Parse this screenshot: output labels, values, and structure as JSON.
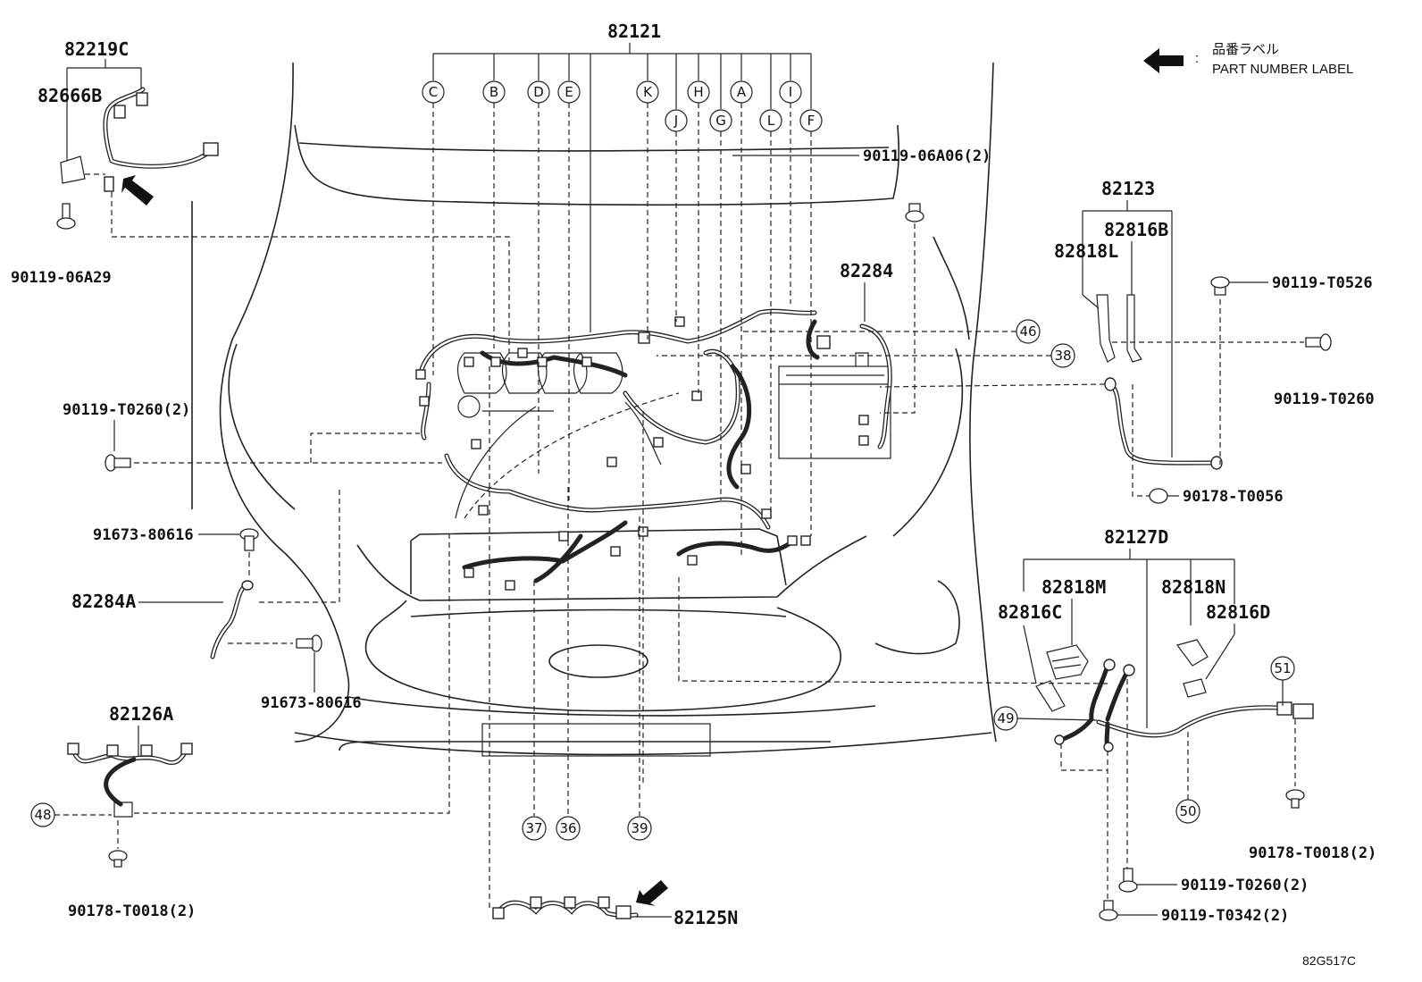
{
  "legend": {
    "jp": "品番ラベル",
    "en": "PART NUMBER LABEL"
  },
  "diagram_code": "82G517C",
  "parts": {
    "p82219C": "82219C",
    "p82666B": "82666B",
    "p90119_06A29": "90119-06A29",
    "p82121": "82121",
    "p90119_06A06": "90119-06A06(2)",
    "p82123": "82123",
    "p82816B": "82816B",
    "p82818L": "82818L",
    "p90119_T0526": "90119-T0526",
    "p90119_T0260_r": "90119-T0260",
    "p90178_T0056": "90178-T0056",
    "p82284": "82284",
    "p90119_T0260_2": "90119-T0260(2)",
    "p91673_80616_a": "91673-80616",
    "p82284A": "82284A",
    "p91673_80616_b": "91673-80616",
    "p82126A": "82126A",
    "p90178_T0018_l": "90178-T0018(2)",
    "p82125N": "82125N",
    "p82127D": "82127D",
    "p82818M": "82818M",
    "p82818N": "82818N",
    "p82816C": "82816C",
    "p82816D": "82816D",
    "p90178_T0018_r": "90178-T0018(2)",
    "p90119_T0260_b": "90119-T0260(2)",
    "p90119_T0342": "90119-T0342(2)"
  },
  "letters": [
    "C",
    "B",
    "D",
    "E",
    "K",
    "H",
    "A",
    "I",
    "J",
    "G",
    "L",
    "F"
  ],
  "callouts": [
    "46",
    "38",
    "48",
    "37",
    "36",
    "39",
    "49",
    "50",
    "51"
  ],
  "icons": {
    "arrow": "part-number-label-arrow-icon"
  }
}
